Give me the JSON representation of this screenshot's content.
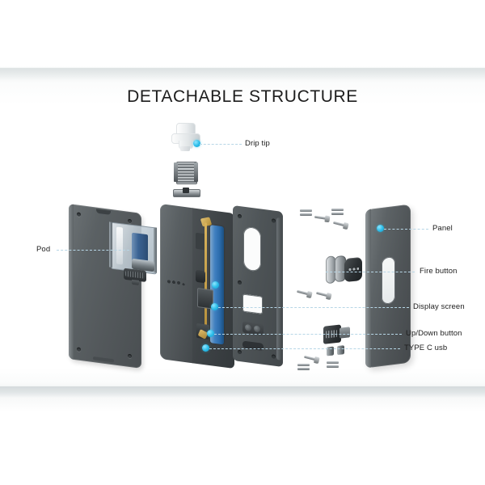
{
  "page": {
    "title": "DETACHABLE STRUCTURE",
    "background_color": "#ffffff",
    "accent_color": "#28bbe8",
    "leader_line_color": "#b7d6e6",
    "label_text_color": "#1c1c1c"
  },
  "labels": {
    "drip_tip": "Drip tip",
    "pod": "Pod",
    "panel": "Panel",
    "fire_button": "Fire button",
    "display_screen": "Display screen",
    "up_down_button": "Up/Down button",
    "type_c_usb": "TYPE C usb"
  },
  "parts": {
    "drip_tip": "drip-tip",
    "coil": "coil",
    "base_plate": "base-plate",
    "left_panel": "left-panel",
    "pod_tank": "pod-tank",
    "main_body": "main-body",
    "inner_frame": "inner-frame",
    "right_panel": "right-panel",
    "fire_button_ring": "fire-button-ring",
    "fire_button_cap": "fire-button-cap",
    "usb_module": "usb-module",
    "screws": "screws"
  },
  "callouts": [
    {
      "id": "drip-tip",
      "label": "Drip tip",
      "side": "right"
    },
    {
      "id": "pod",
      "label": "Pod",
      "side": "left"
    },
    {
      "id": "panel",
      "label": "Panel",
      "side": "right"
    },
    {
      "id": "fire-button",
      "label": "Fire button",
      "side": "right"
    },
    {
      "id": "display-screen",
      "label": "Display screen",
      "side": "right"
    },
    {
      "id": "up-down-button",
      "label": "Up/Down button",
      "side": "right"
    },
    {
      "id": "type-c-usb",
      "label": "TYPE C usb",
      "side": "right"
    }
  ]
}
